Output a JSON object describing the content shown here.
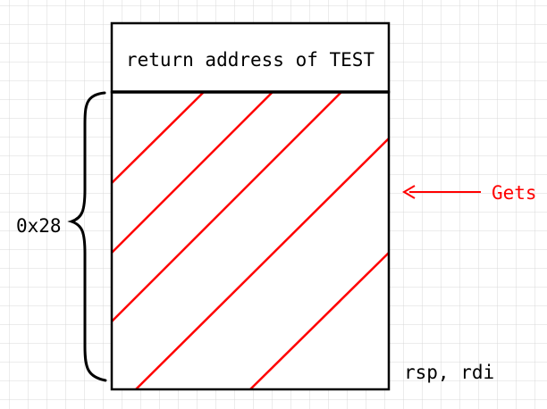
{
  "diagram": {
    "header_box_label": "return address of TEST",
    "size_label": "0x28",
    "input_label": "Gets",
    "pointer_label": "rsp, rdi"
  },
  "colors": {
    "grid": "#d9d9d9",
    "outline": "#000000",
    "hatch": "#ff0000",
    "gets_arrow": "#ff0000",
    "background": "#ffffff"
  },
  "icons": {
    "brace": "curly-brace-left-icon",
    "arrow": "arrow-left-icon"
  }
}
